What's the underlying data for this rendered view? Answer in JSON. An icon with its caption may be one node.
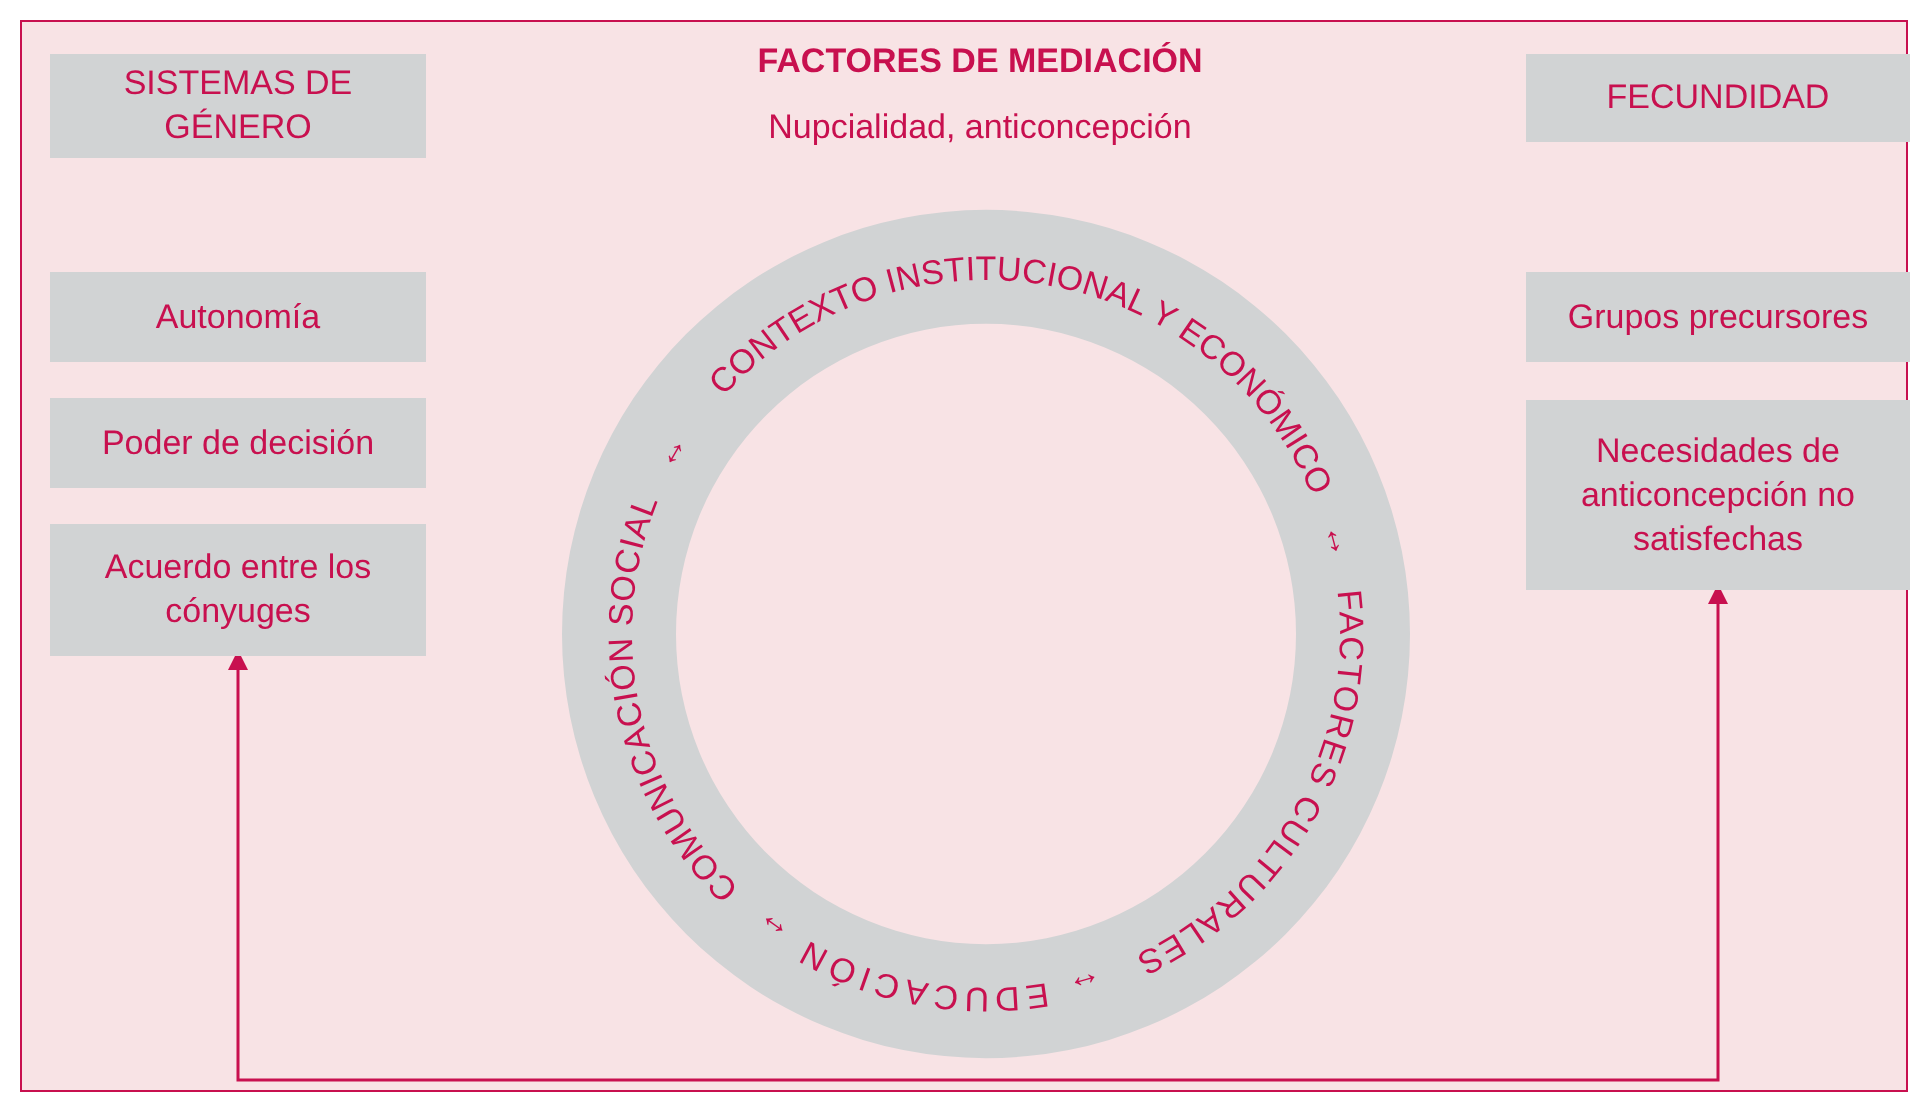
{
  "diagram": {
    "title": "FACTORES DE MEDIACIÓN",
    "nodes": [
      {
        "text": [
          "SISTEMAS DE GÉNERO"
        ]
      },
      {
        "text": [
          "FECUNDIDAD"
        ]
      },
      {
        "text": [
          "Autonomía"
        ]
      },
      {
        "text": [
          "Poder de decisión"
        ]
      },
      {
        "text": [
          "Acuerdo entre los cónyuges"
        ]
      },
      {
        "text": [
          "Grupos precursores"
        ]
      },
      {
        "text": [
          "Necesidades de anticoncepción no satisfechas"
        ]
      },
      {
        "text": [
          "CONTEXTO INSTITUCIONAL Y ECONÓMICO",
          "FACTORES CULTURALES",
          "EDUCACIÓN",
          "COMUNICACIÓN SOCIAL"
        ]
      }
    ],
    "edges": [
      {
        "from": 4,
        "to": 6,
        "arrow": "both"
      }
    ],
    "labels": [
      "Nupcialidad, anticoncepción",
      "↔",
      "↔",
      "↔",
      "↔"
    ]
  }
}
